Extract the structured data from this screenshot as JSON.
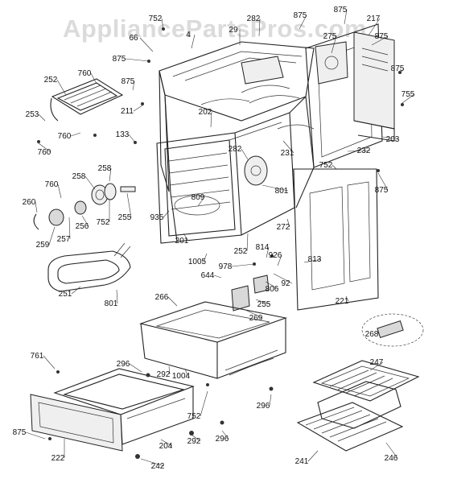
{
  "watermark": "AppliancePartsPros.com",
  "diagram": {
    "callouts": [
      "752",
      "875",
      "875",
      "282",
      "217",
      "875",
      "66",
      "4",
      "29",
      "275",
      "875",
      "760",
      "252",
      "875",
      "875",
      "211",
      "202",
      "755",
      "253",
      "760",
      "760",
      "133",
      "282",
      "231",
      "232",
      "203",
      "752",
      "258",
      "258",
      "809",
      "801",
      "760",
      "260",
      "256",
      "752",
      "255",
      "935",
      "272",
      "875",
      "259",
      "257",
      "201",
      "252",
      "814",
      "1005",
      "926",
      "813",
      "978",
      "92",
      "251",
      "801",
      "644",
      "806",
      "255",
      "221",
      "266",
      "269",
      "268",
      "761",
      "296",
      "292",
      "1004",
      "247",
      "296",
      "752",
      "875",
      "292",
      "296",
      "222",
      "204",
      "242",
      "241",
      "246"
    ]
  }
}
